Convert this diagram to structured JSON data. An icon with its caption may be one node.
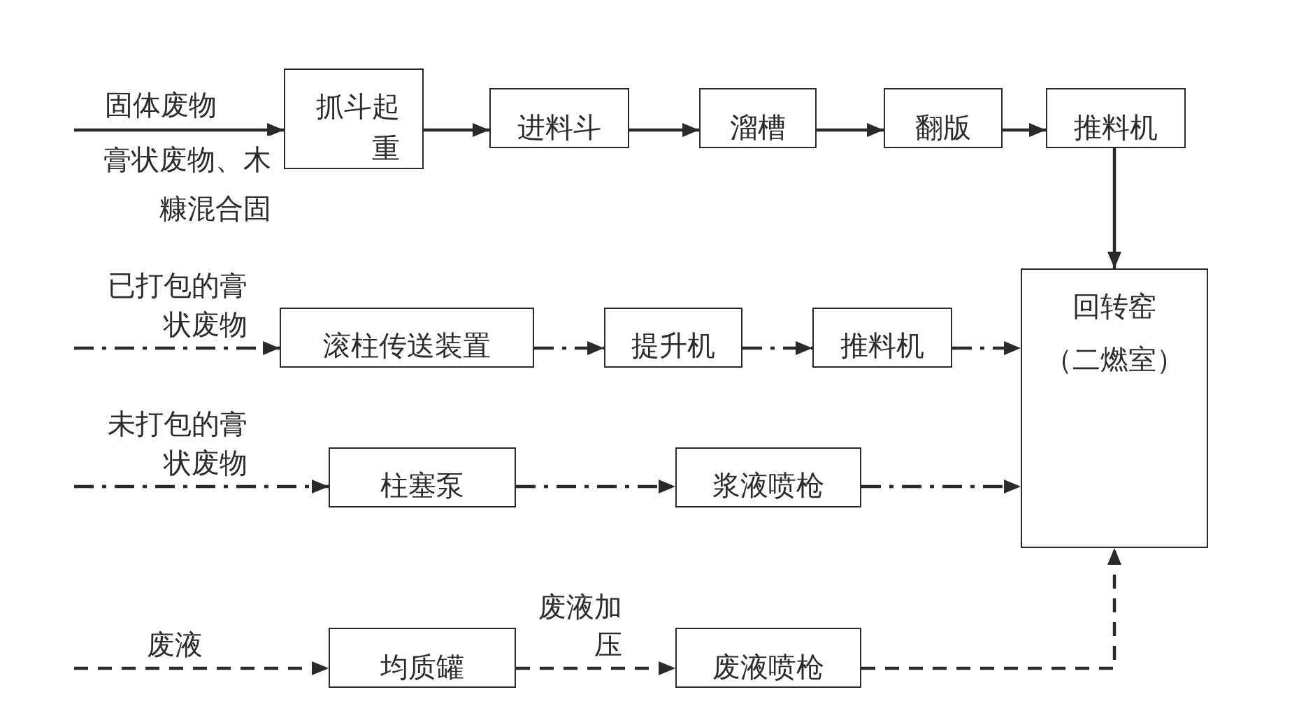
{
  "diagram": {
    "nodes": [
      {
        "text": [
          "抓斗起重"
        ]
      },
      {
        "text": [
          "进料斗"
        ]
      },
      {
        "text": [
          "溜槽"
        ]
      },
      {
        "text": [
          "翻版"
        ]
      },
      {
        "text": [
          "推料机"
        ]
      },
      {
        "text": [
          "回转窑",
          "（二燃室）"
        ]
      },
      {
        "text": [
          "滚柱传送装置"
        ]
      },
      {
        "text": [
          "提升机"
        ]
      },
      {
        "text": [
          "推料机"
        ]
      },
      {
        "text": [
          "柱塞泵"
        ]
      },
      {
        "text": [
          "浆液喷枪"
        ]
      },
      {
        "text": [
          "均质罐"
        ]
      },
      {
        "text": [
          "废液喷枪"
        ]
      }
    ],
    "edges": [
      {
        "from": null,
        "to": 0,
        "arrow": "to",
        "label": "固体废物"
      },
      {
        "from": 0,
        "to": 1,
        "arrow": "to"
      },
      {
        "from": 1,
        "to": 2,
        "arrow": "to"
      },
      {
        "from": 2,
        "to": 3,
        "arrow": "to"
      },
      {
        "from": 3,
        "to": 4,
        "arrow": "to"
      },
      {
        "from": 4,
        "to": 5,
        "arrow": "to"
      },
      {
        "from": null,
        "to": 6,
        "arrow": "to",
        "label": "已打包的膏状废物",
        "style": "dashed"
      },
      {
        "from": 6,
        "to": 7,
        "arrow": "to",
        "style": "dashed"
      },
      {
        "from": 7,
        "to": 8,
        "arrow": "to",
        "style": "dashed"
      },
      {
        "from": 8,
        "to": 5,
        "arrow": "to",
        "style": "dashed"
      },
      {
        "from": null,
        "to": 9,
        "arrow": "to",
        "label": "未打包的膏状废物",
        "style": "dashed"
      },
      {
        "from": 9,
        "to": 10,
        "arrow": "to",
        "style": "dashed"
      },
      {
        "from": 10,
        "to": 5,
        "arrow": "to",
        "style": "dashed"
      },
      {
        "from": null,
        "to": 11,
        "arrow": "to",
        "label": "废液",
        "style": "dashed"
      },
      {
        "from": 11,
        "to": 12,
        "arrow": "to",
        "label": "废液加压",
        "style": "dashed"
      },
      {
        "from": 12,
        "to": 5,
        "arrow": "to",
        "style": "dashed"
      }
    ],
    "labels": [
      "膏状废物、木糠混合固"
    ]
  }
}
